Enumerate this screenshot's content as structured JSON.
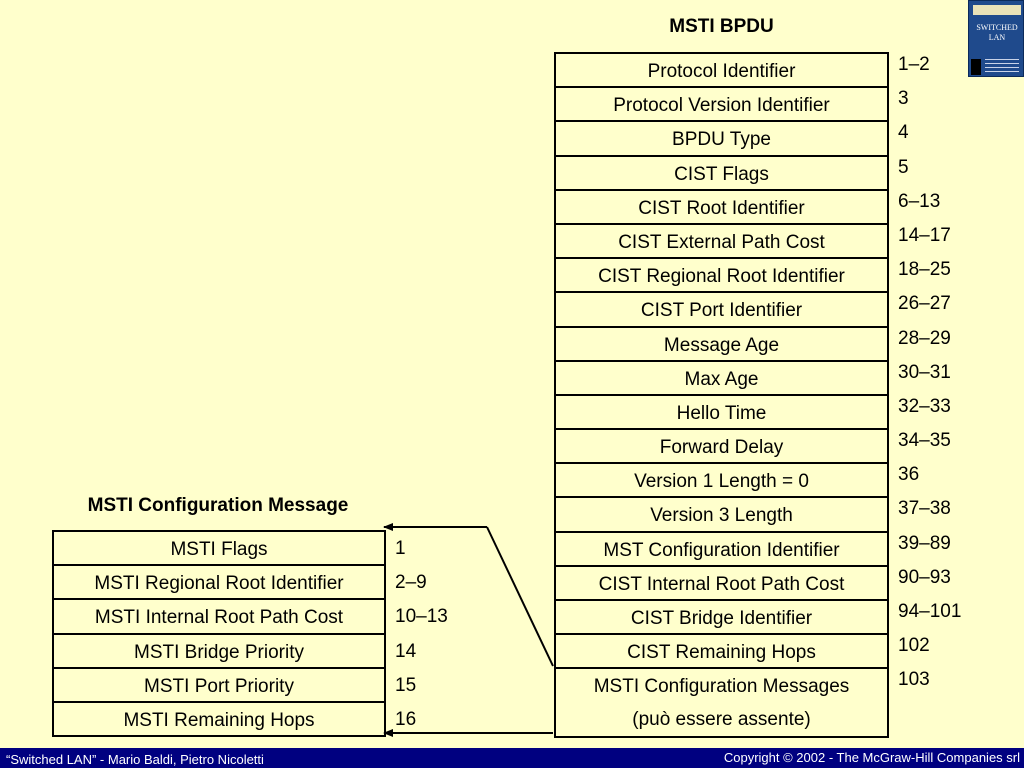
{
  "bpdu": {
    "title": "MSTI BPDU",
    "fields": [
      "Protocol Identifier",
      "Protocol Version Identifier",
      "BPDU Type",
      "CIST Flags",
      "CIST Root Identifier",
      "CIST External Path Cost",
      "CIST Regional Root Identifier",
      "CIST Port Identifier",
      "Message Age",
      "Max Age",
      "Hello Time",
      "Forward Delay",
      "Version 1 Length = 0",
      "Version 3 Length",
      "MST Configuration Identifier",
      "CIST Internal Root Path Cost",
      "CIST Bridge Identifier",
      "CIST Remaining Hops",
      "MSTI Configuration Messages",
      "(può essere assente)"
    ],
    "offsets": [
      "1–2",
      "3",
      "4",
      "5",
      "6–13",
      "14–17",
      "18–25",
      "26–27",
      "28–29",
      "30–31",
      "32–33",
      "34–35",
      "36",
      "37–38",
      "39–89",
      "90–93",
      "94–101",
      "102",
      "103"
    ]
  },
  "msti": {
    "title": "MSTI Configuration Message",
    "fields": [
      "MSTI Flags",
      "MSTI Regional Root Identifier",
      "MSTI Internal Root Path Cost",
      "MSTI Bridge Priority",
      "MSTI Port Priority",
      "MSTI Remaining Hops"
    ],
    "offsets": [
      "1",
      "2–9",
      "10–13",
      "14",
      "15",
      "16"
    ]
  },
  "logo": {
    "text": "SWITCHED LAN",
    "icon": "book-cover-icon"
  },
  "footer": {
    "left": "“Switched LAN” - Mario Baldi, Pietro Nicoletti",
    "right": "Copyright © 2002 - The McGraw-Hill Companies srl"
  }
}
